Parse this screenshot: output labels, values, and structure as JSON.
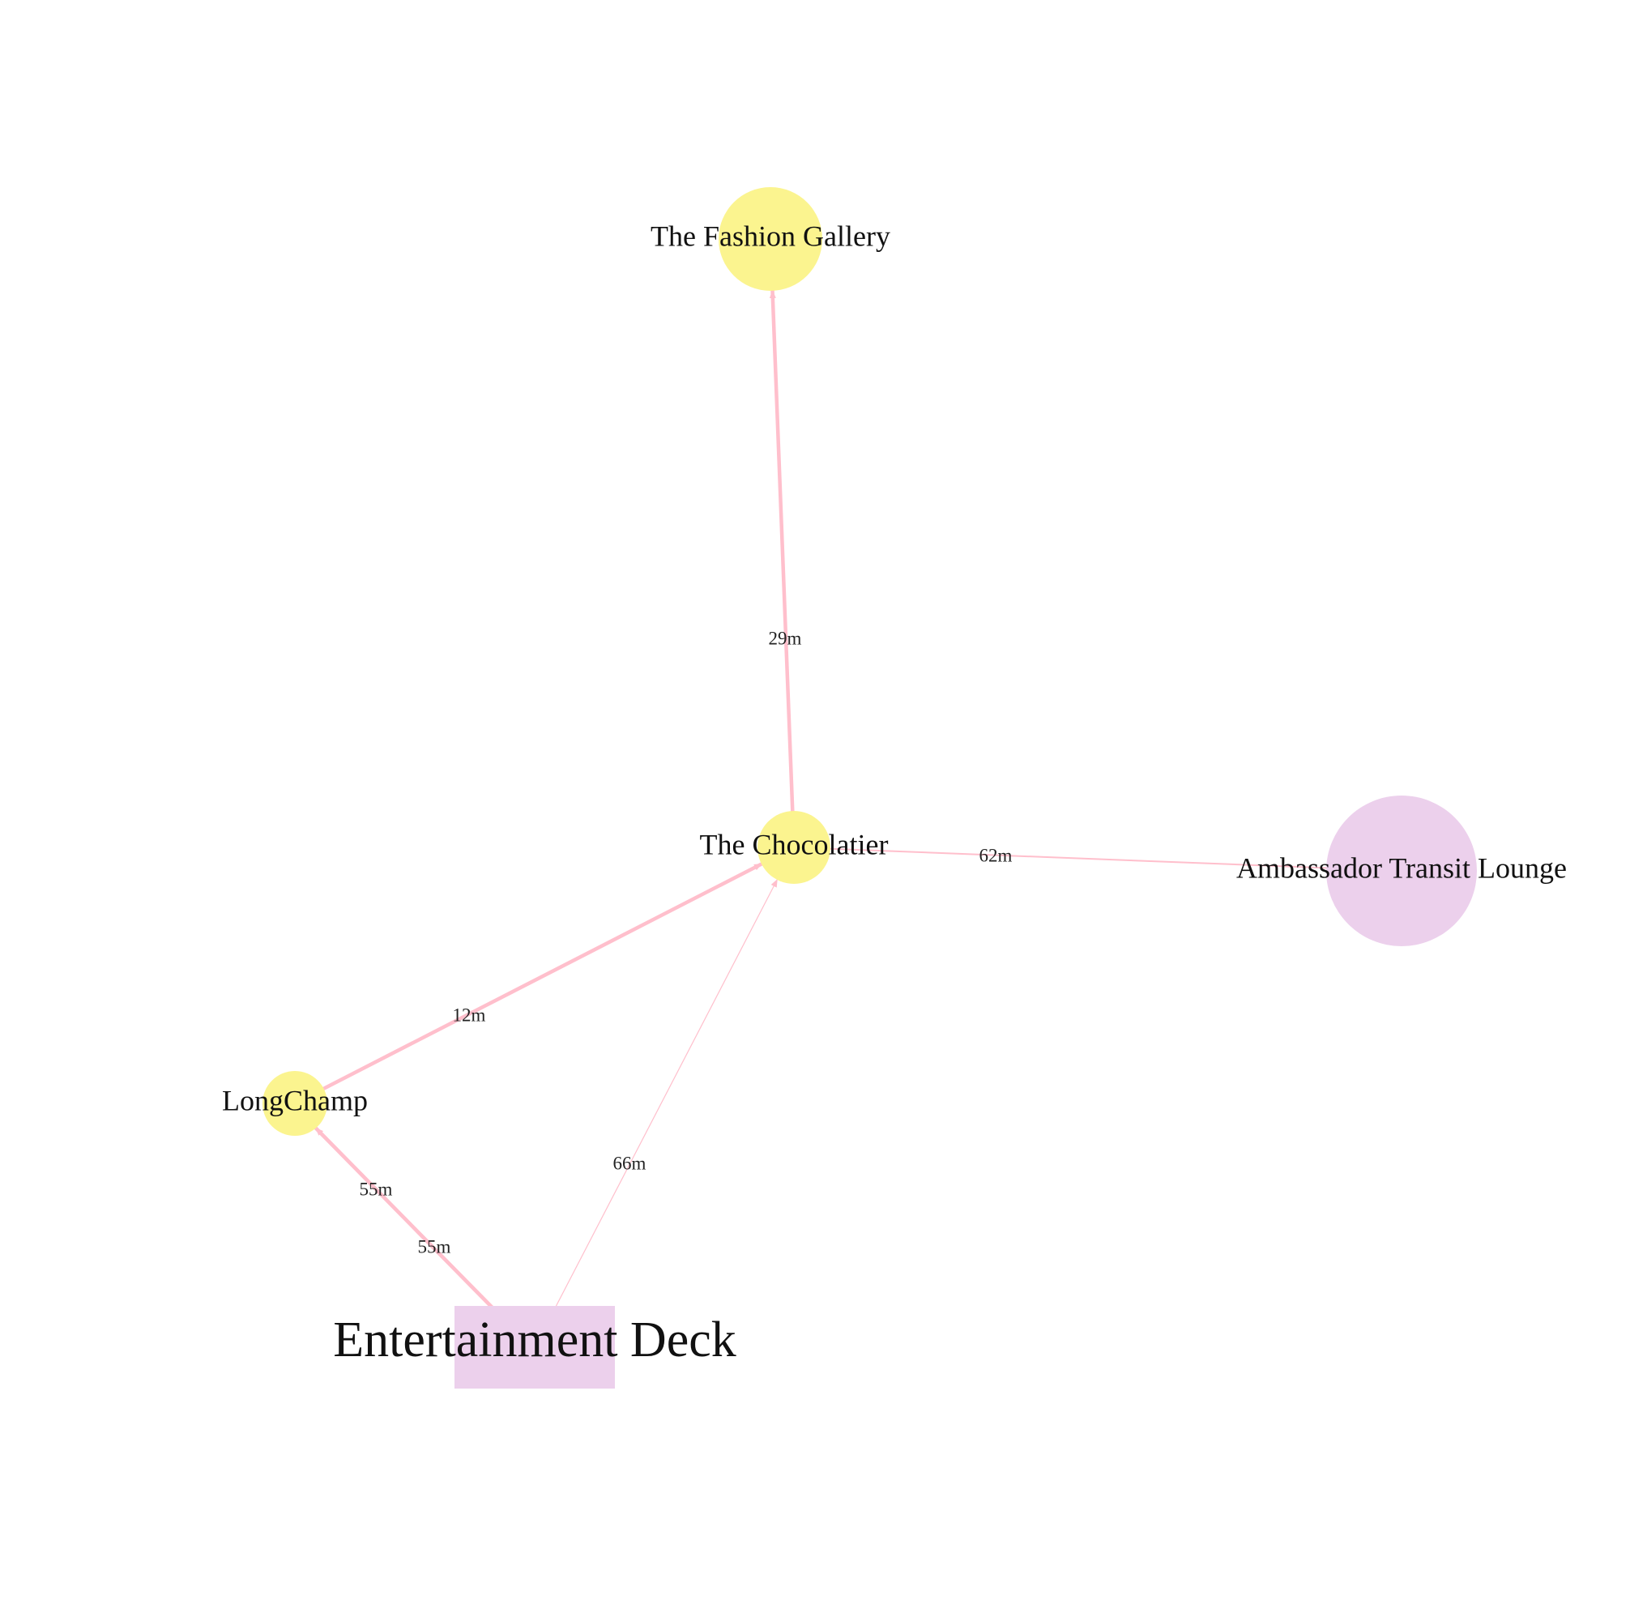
{
  "colors": {
    "background": "#ffffff",
    "shop_node": "#fbf48f",
    "area_node": "#ecd0ec",
    "edge": "#ffbfcc",
    "text": "#111111"
  },
  "nodes": [
    {
      "id": "fashion",
      "label": "The Fashion Gallery",
      "shape": "circle",
      "kind": "shop"
    },
    {
      "id": "choco",
      "label": "The Chocolatier",
      "shape": "circle",
      "kind": "shop"
    },
    {
      "id": "ambassador",
      "label": "Ambassador Transit Lounge",
      "shape": "circle",
      "kind": "area"
    },
    {
      "id": "longchamp",
      "label": "LongChamp",
      "shape": "circle",
      "kind": "shop"
    },
    {
      "id": "entertainment",
      "label": "Entertainment Deck",
      "shape": "rect",
      "kind": "area"
    }
  ],
  "edges": [
    {
      "from": "choco",
      "to": "fashion",
      "label": "29m",
      "directed": true
    },
    {
      "from": "choco",
      "to": "ambassador",
      "label": "62m",
      "directed": false
    },
    {
      "from": "longchamp",
      "to": "choco",
      "label": "12m",
      "directed": true
    },
    {
      "from": "entertainment",
      "to": "choco",
      "label": "66m",
      "directed": true
    },
    {
      "from": "entertainment",
      "to": "longchamp",
      "label": "55m",
      "directed": true
    },
    {
      "from": "longchamp",
      "to": "entertainment",
      "label": "55m",
      "directed": false
    }
  ]
}
